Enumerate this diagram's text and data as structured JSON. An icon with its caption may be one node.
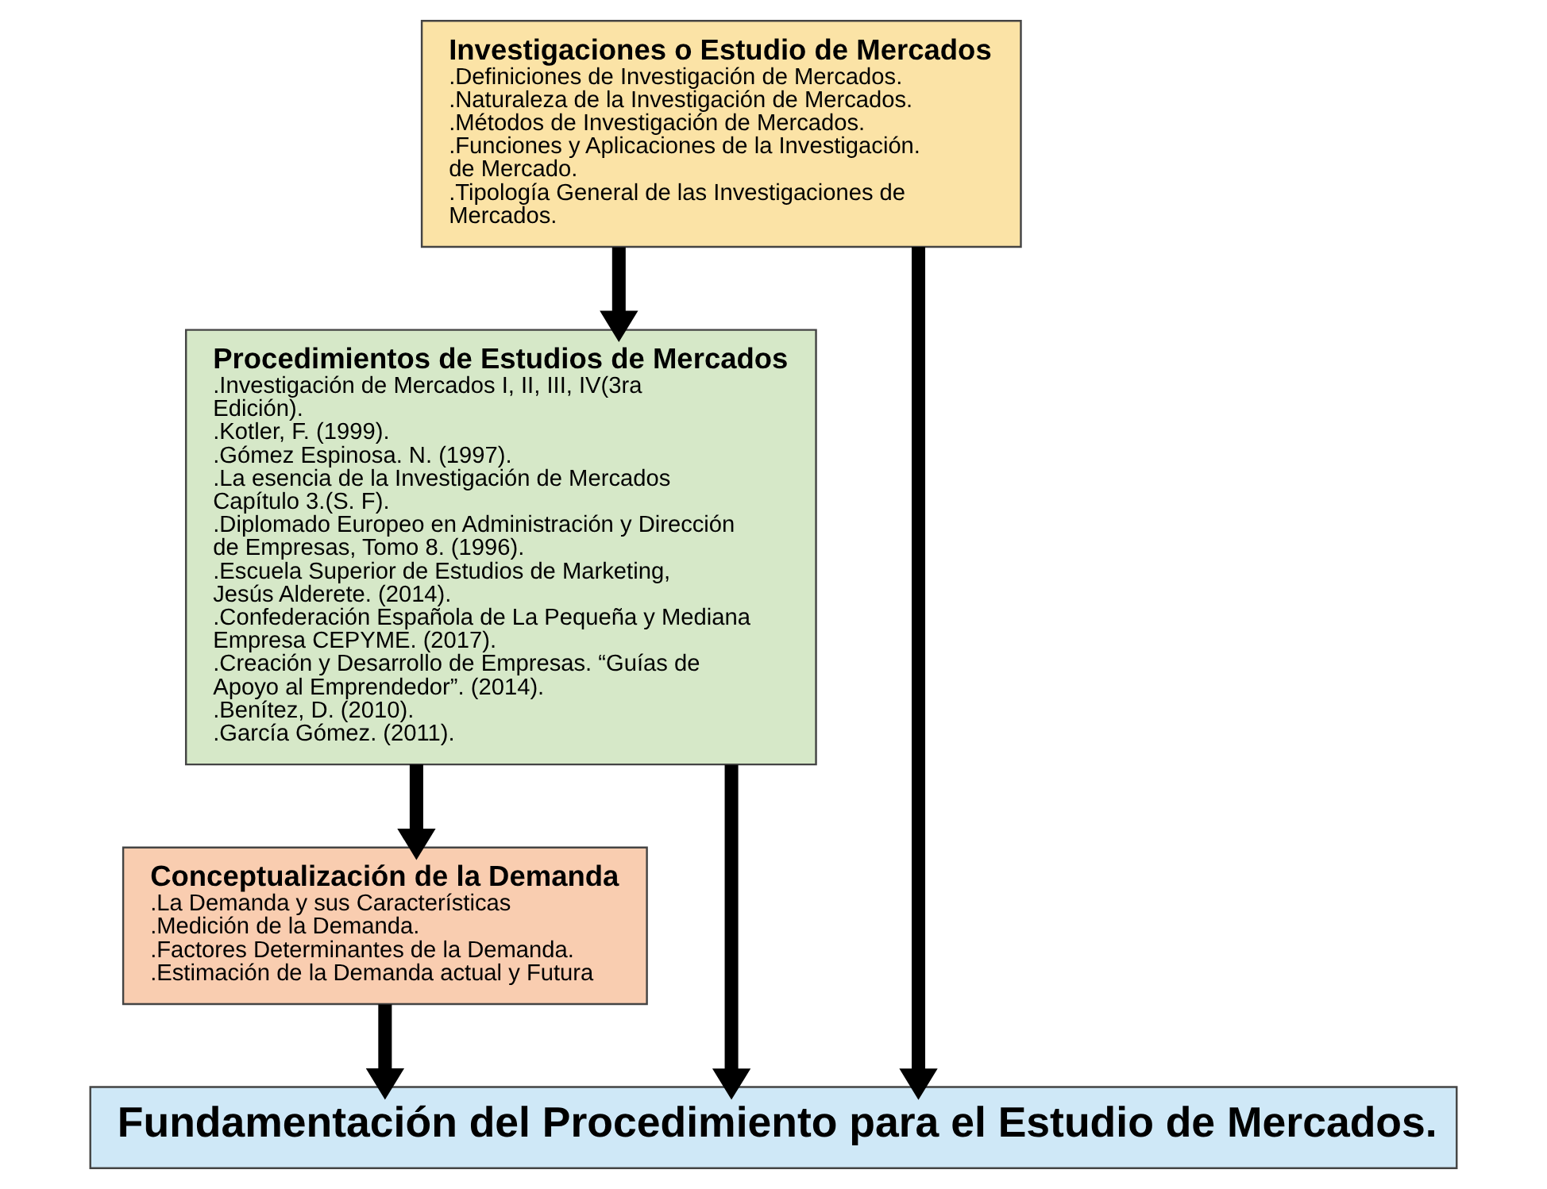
{
  "diagram": {
    "nodes": [
      {
        "text": [
          "Investigaciones o Estudio de Mercados",
          ".Definiciones de Investigación de Mercados.",
          ".Naturaleza de la Investigación de Mercados.",
          ".Métodos de Investigación de Mercados.",
          ".Funciones y Aplicaciones de la Investigación. de Mercado.",
          ".Tipología General de las Investigaciones de Mercados."
        ]
      },
      {
        "text": [
          "Procedimientos de Estudios de Mercados",
          ".Investigación de Mercados I, II, III, IV(3ra Edición).",
          ".Kotler, F. (1999).",
          ".Gómez Espinosa. N. (1997).",
          ".La esencia de la Investigación de Mercados Capítulo 3.(S. F).",
          ".Diplomado Europeo en Administración y Dirección de Empresas, Tomo 8. (1996).",
          ".Escuela Superior de Estudios de Marketing, Jesús Alderete. (2014).",
          ".Confederación Española de La Pequeña y Mediana Empresa CEPYME. (2017).",
          ".Creación y Desarrollo de Empresas. “Guías de Apoyo al Emprendedor”. (2014).",
          ".Benítez, D. (2010).",
          ".García Gómez. (2011)."
        ]
      },
      {
        "text": [
          "Conceptualización de la Demanda",
          ".La Demanda y sus Características",
          ".Medición de la Demanda.",
          ".Factores Determinantes de la Demanda.",
          ".Estimación de la Demanda actual y Futura"
        ]
      },
      {
        "text": [
          "Fundamentación del Procedimiento para el Estudio de Mercados."
        ]
      }
    ],
    "edges": [
      {
        "from": 0,
        "to": 1,
        "arrow": "to"
      },
      {
        "from": 1,
        "to": 2,
        "arrow": "to"
      },
      {
        "from": 0,
        "to": 3,
        "arrow": "to"
      },
      {
        "from": 1,
        "to": 3,
        "arrow": "to"
      },
      {
        "from": 2,
        "to": 3,
        "arrow": "to"
      }
    ]
  }
}
